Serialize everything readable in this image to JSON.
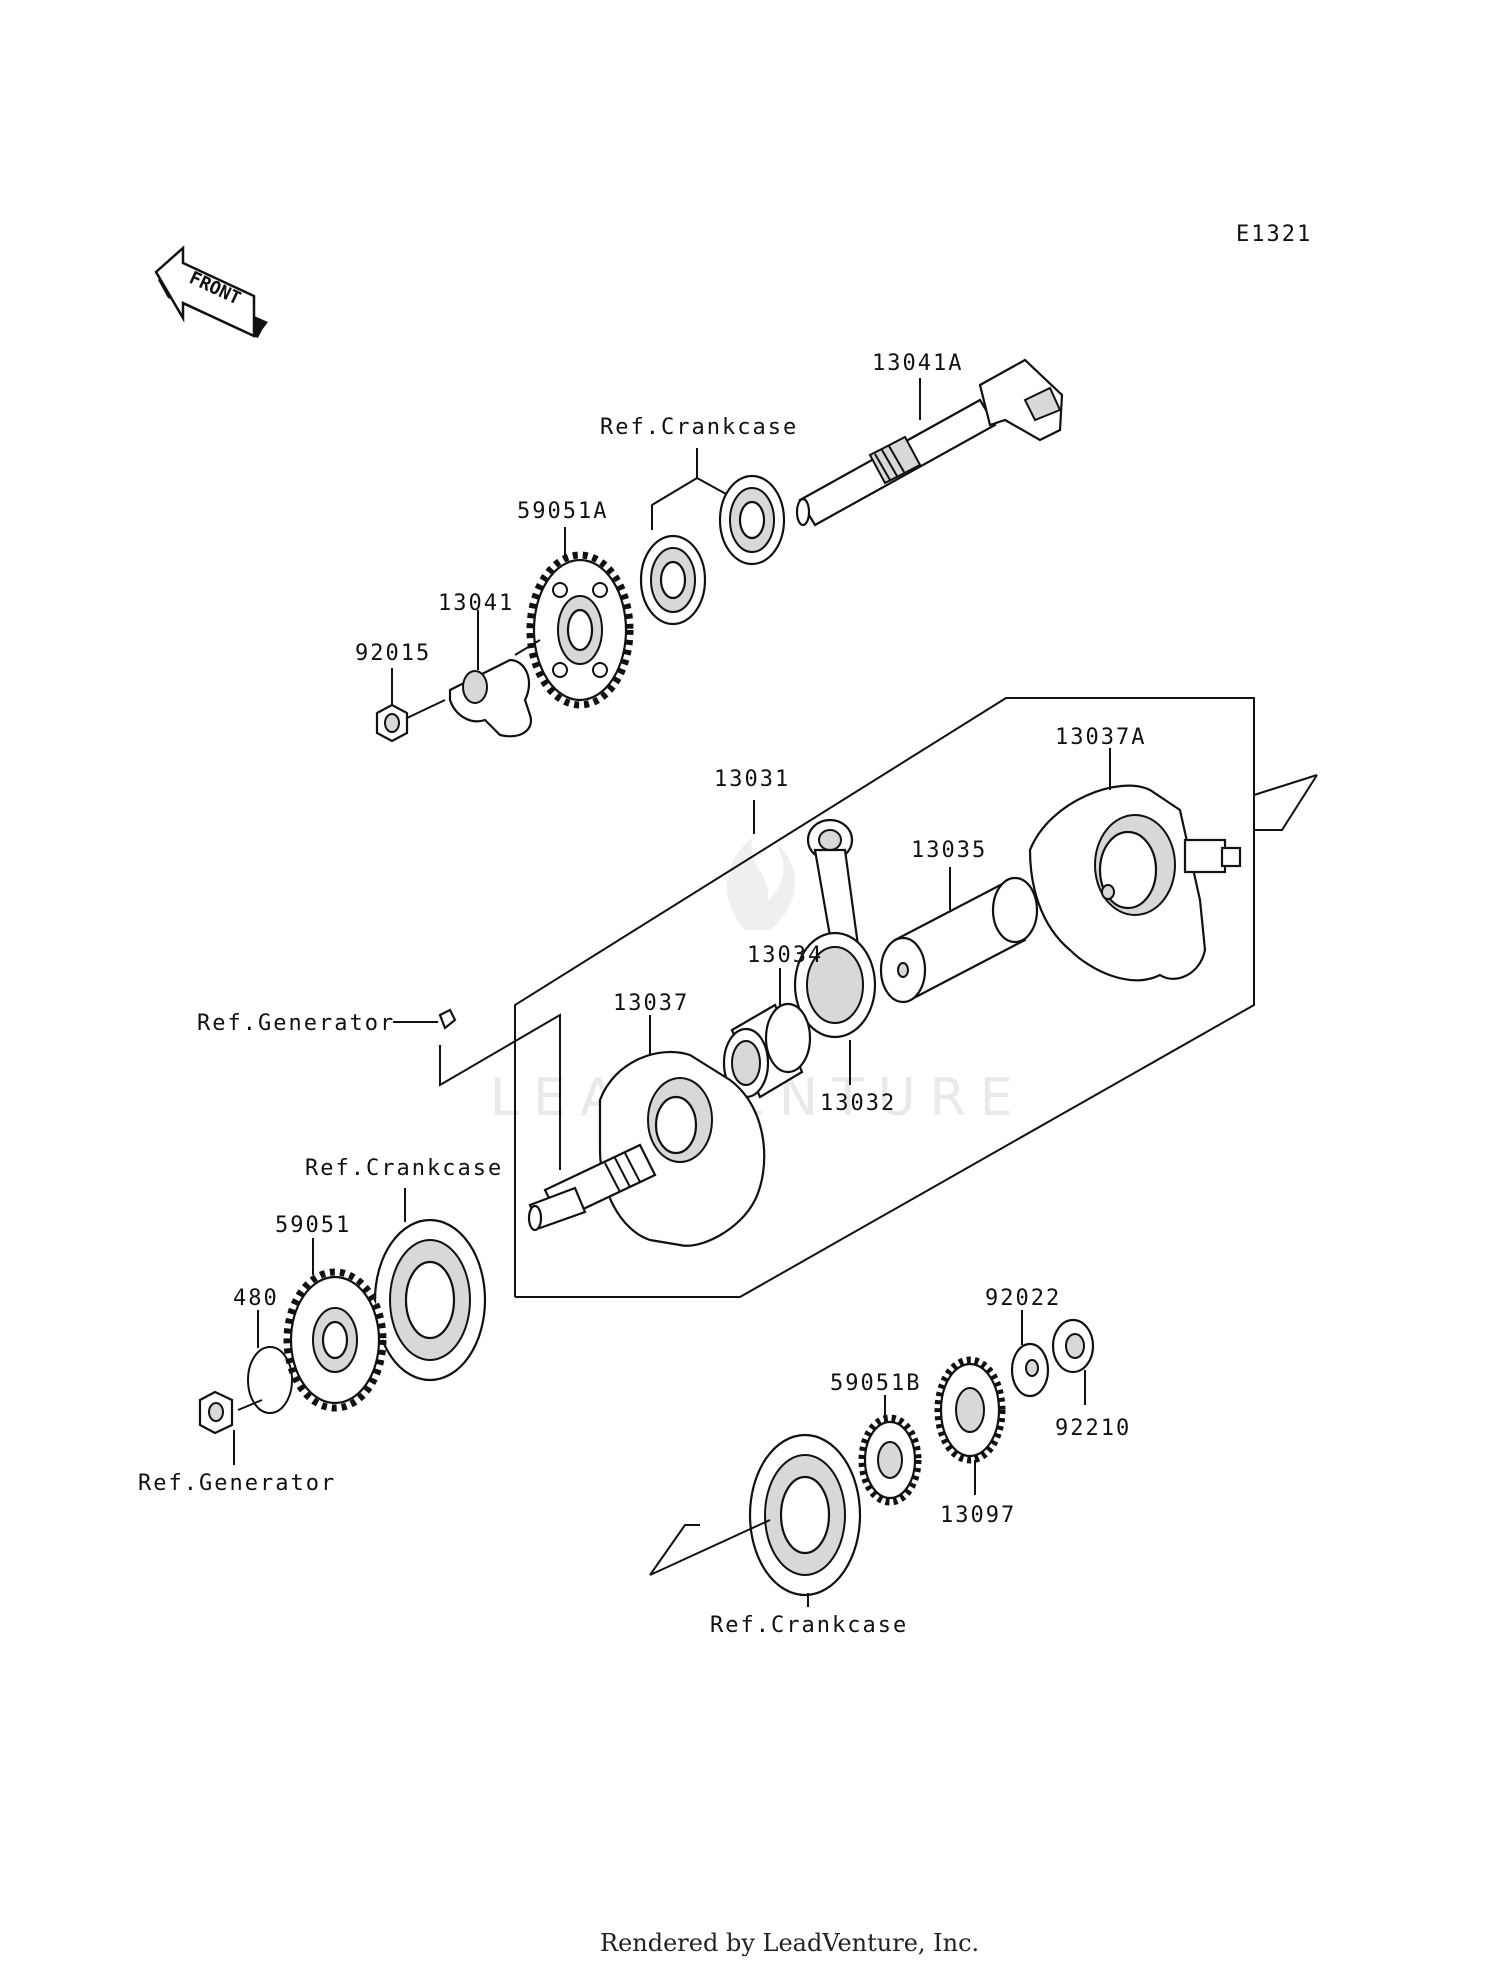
{
  "diagram_code": "E1321",
  "front_arrow": {
    "label": "FRONT",
    "icon": "front-direction-arrow-icon"
  },
  "watermark": "LEADVENTURE",
  "footer": "Rendered by LeadVenture, Inc.",
  "labels": {
    "p13041A": "13041A",
    "ref_crankcase_top": "Ref.Crankcase",
    "p59051A": "59051A",
    "p13041": "13041",
    "p92015": "92015",
    "p13031": "13031",
    "p13037A": "13037A",
    "p13035": "13035",
    "p13034": "13034",
    "p13037": "13037",
    "ref_generator_top": "Ref.Generator",
    "p13032": "13032",
    "ref_crankcase_mid": "Ref.Crankcase",
    "p59051": "59051",
    "p480": "480",
    "ref_generator_bottom": "Ref.Generator",
    "p92022": "92022",
    "p59051B": "59051B",
    "p92210": "92210",
    "p13097": "13097",
    "ref_crankcase_bottom": "Ref.Crankcase"
  }
}
